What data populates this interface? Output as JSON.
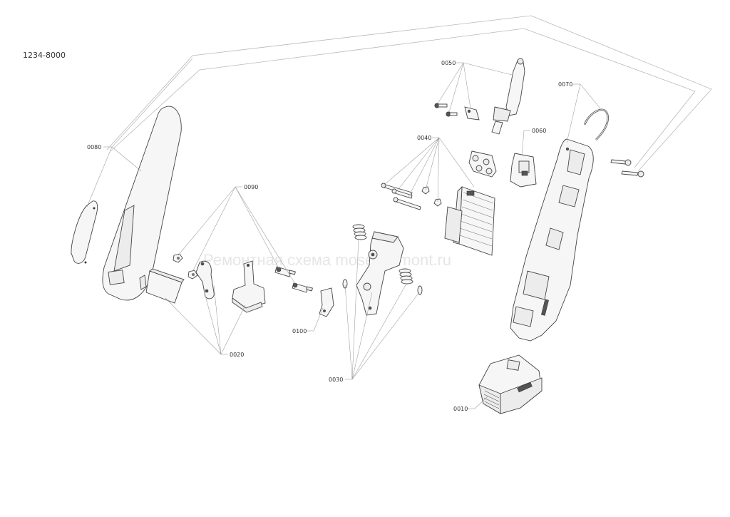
{
  "model_number": "1234-8000",
  "watermark": "Ремонтная схема moser-remont.ru",
  "part_labels": {
    "p0010": "0010",
    "p0020": "0020",
    "p0030": "0030",
    "p0040": "0040",
    "p0050": "0050",
    "p0060": "0060",
    "p0070": "0070",
    "p0080": "0080",
    "p0090": "0090",
    "p0100": "0100"
  },
  "colors": {
    "line": "#444444",
    "leader": "#9a9a9a",
    "watermark": "#e6e6e6"
  }
}
